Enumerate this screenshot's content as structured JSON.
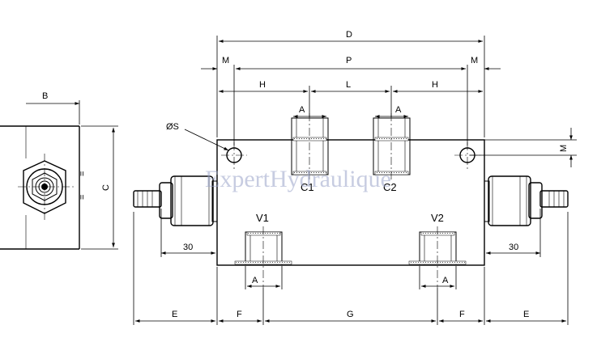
{
  "labels": {
    "D": "D",
    "M": "M",
    "P": "P",
    "H": "H",
    "L": "L",
    "A": "A",
    "S": "ØS",
    "B": "B",
    "C": "C",
    "C1": "C1",
    "C2": "C2",
    "V1": "V1",
    "V2": "V2",
    "dim30": "30",
    "E": "E",
    "F": "F",
    "G": "G",
    "eq": "="
  },
  "watermark": "ExpertHydraulique",
  "colors": {
    "line": "#000000",
    "watermark": "#9aa4c9",
    "background": "#ffffff"
  }
}
